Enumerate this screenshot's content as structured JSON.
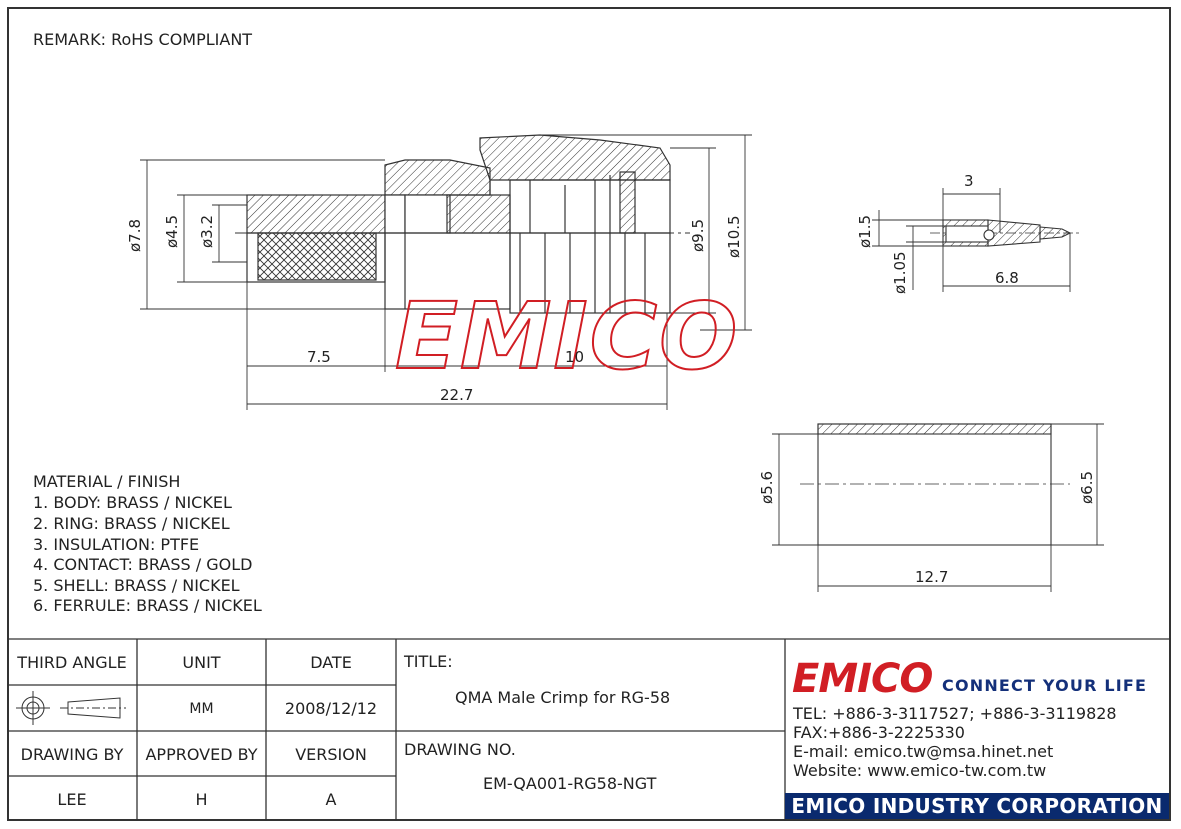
{
  "remark": "REMARK: RoHS COMPLIANT",
  "watermark": "EMICO",
  "dimensions": {
    "d78": "ø7.8",
    "d45": "ø4.5",
    "d32": "ø3.2",
    "d95": "ø9.5",
    "d105": "ø10.5",
    "l75": "7.5",
    "l10": "10",
    "l227": "22.7",
    "c3": "3",
    "cd15": "ø1.5",
    "cd105": "ø1.05",
    "c68": "6.8",
    "fd56": "ø5.6",
    "fd65": "ø6.5",
    "f127": "12.7"
  },
  "material": {
    "heading": "MATERIAL / FINISH",
    "items": [
      "1. BODY: BRASS / NICKEL",
      "2. RING: BRASS / NICKEL",
      "3. INSULATION: PTFE",
      "4. CONTACT: BRASS / GOLD",
      "5. SHELL: BRASS / NICKEL",
      "6. FERRULE: BRASS / NICKEL"
    ]
  },
  "titleblock": {
    "third_angle": "THIRD ANGLE",
    "unit_label": "UNIT",
    "date_label": "DATE",
    "unit_value": "MM",
    "date_value": "2008/12/12",
    "drawing_by_label": "DRAWING BY",
    "approved_by_label": "APPROVED BY",
    "version_label": "VERSION",
    "drawing_by_value": "LEE",
    "approved_by_value": "H",
    "version_value": "A",
    "title_label": "TITLE:",
    "title_value": "QMA Male Crimp for RG-58",
    "drawing_no_label": "DRAWING NO.",
    "drawing_no_value": "EM-QA001-RG58-NGT"
  },
  "company": {
    "logo": "EMICO",
    "slogan": "CONNECT YOUR LIFE",
    "tel": "TEL: +886-3-3117527; +886-3-3119828",
    "fax": "FAX:+886-3-2225330",
    "email": "E-mail: emico.tw@msa.hinet.net",
    "website": "Website: www.emico-tw.com.tw",
    "name": "EMICO INDUSTRY CORPORATION"
  },
  "colors": {
    "logo_red": "#d11e24",
    "corp_blue": "#0a2a6e"
  }
}
